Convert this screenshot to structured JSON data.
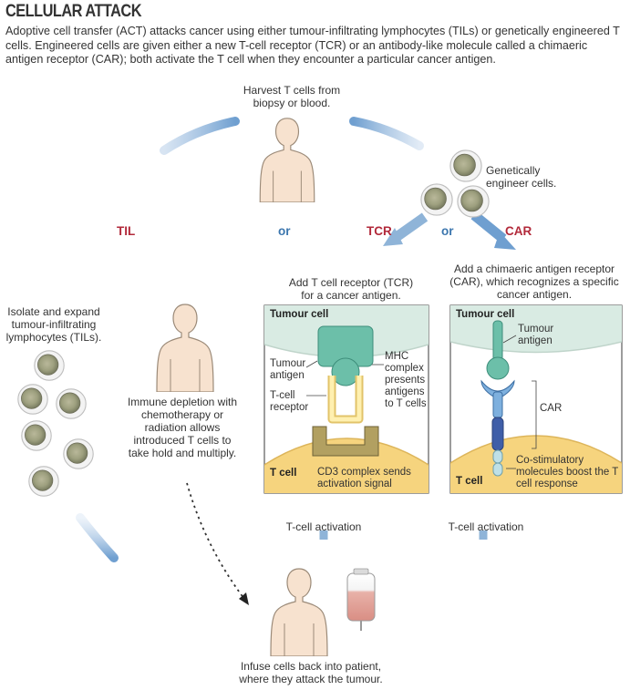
{
  "title": "CELLULAR ATTACK",
  "intro": "Adoptive cell transfer (ACT) attacks cancer using either tumour-infiltrating lymphocytes (TILs) or genetically engineered T cells. Engineered cells are given either a new T-cell receptor (TCR) or an antibody-like molecule called a chimaeric antigen receptor (CAR); both activate the T cell when they encounter a particular cancer antigen.",
  "harvest": "Harvest T cells from biopsy or blood.",
  "genetically": "Genetically engineer cells.",
  "options": {
    "til": "TIL",
    "or1": "or",
    "tcr": "TCR",
    "or2": "or",
    "car": "CAR"
  },
  "tcr_caption": "Add T cell receptor (TCR) for a cancer antigen.",
  "car_caption": "Add a chimaeric antigen receptor (CAR), which recognizes a specific cancer antigen.",
  "isolate": "Isolate and expand tumour-infiltrating lymphocytes (TILs).",
  "immune": "Immune depletion with chemotherapy or radiation allows introduced T cells to take hold and multiply.",
  "tcr_panel": {
    "tumour_cell": "Tumour cell",
    "tumour_antigen": "Tumour antigen",
    "tcell_receptor": "T-cell receptor",
    "mhc": "MHC complex presents antigens to T cells",
    "t_cell": "T cell",
    "cd3": "CD3 complex sends activation signal"
  },
  "car_panel": {
    "tumour_cell": "Tumour cell",
    "tumour_antigen": "Tumour antigen",
    "car": "CAR",
    "costim": "Co-stimulatory molecules boost the T cell response",
    "t_cell": "T cell"
  },
  "activation_tcr": "T-cell activation",
  "activation_car": "T-cell activation",
  "infuse": "Infuse cells back into patient, where they attack the tumour.",
  "colors": {
    "red_label": "#b2293a",
    "blue_label": "#3b76ae",
    "panel_border": "#5a5a5a",
    "tumour_fill": "#d9ebe3",
    "tcell_fill": "#f3d27a",
    "teal": "#6cbfa9",
    "arrow_blue": "#8fb4d8",
    "body_fill": "#f7e2cf"
  },
  "icons": [
    "human-figure",
    "lymphocyte-cell",
    "iv-bag",
    "curved-arrow",
    "dotted-arrow"
  ]
}
